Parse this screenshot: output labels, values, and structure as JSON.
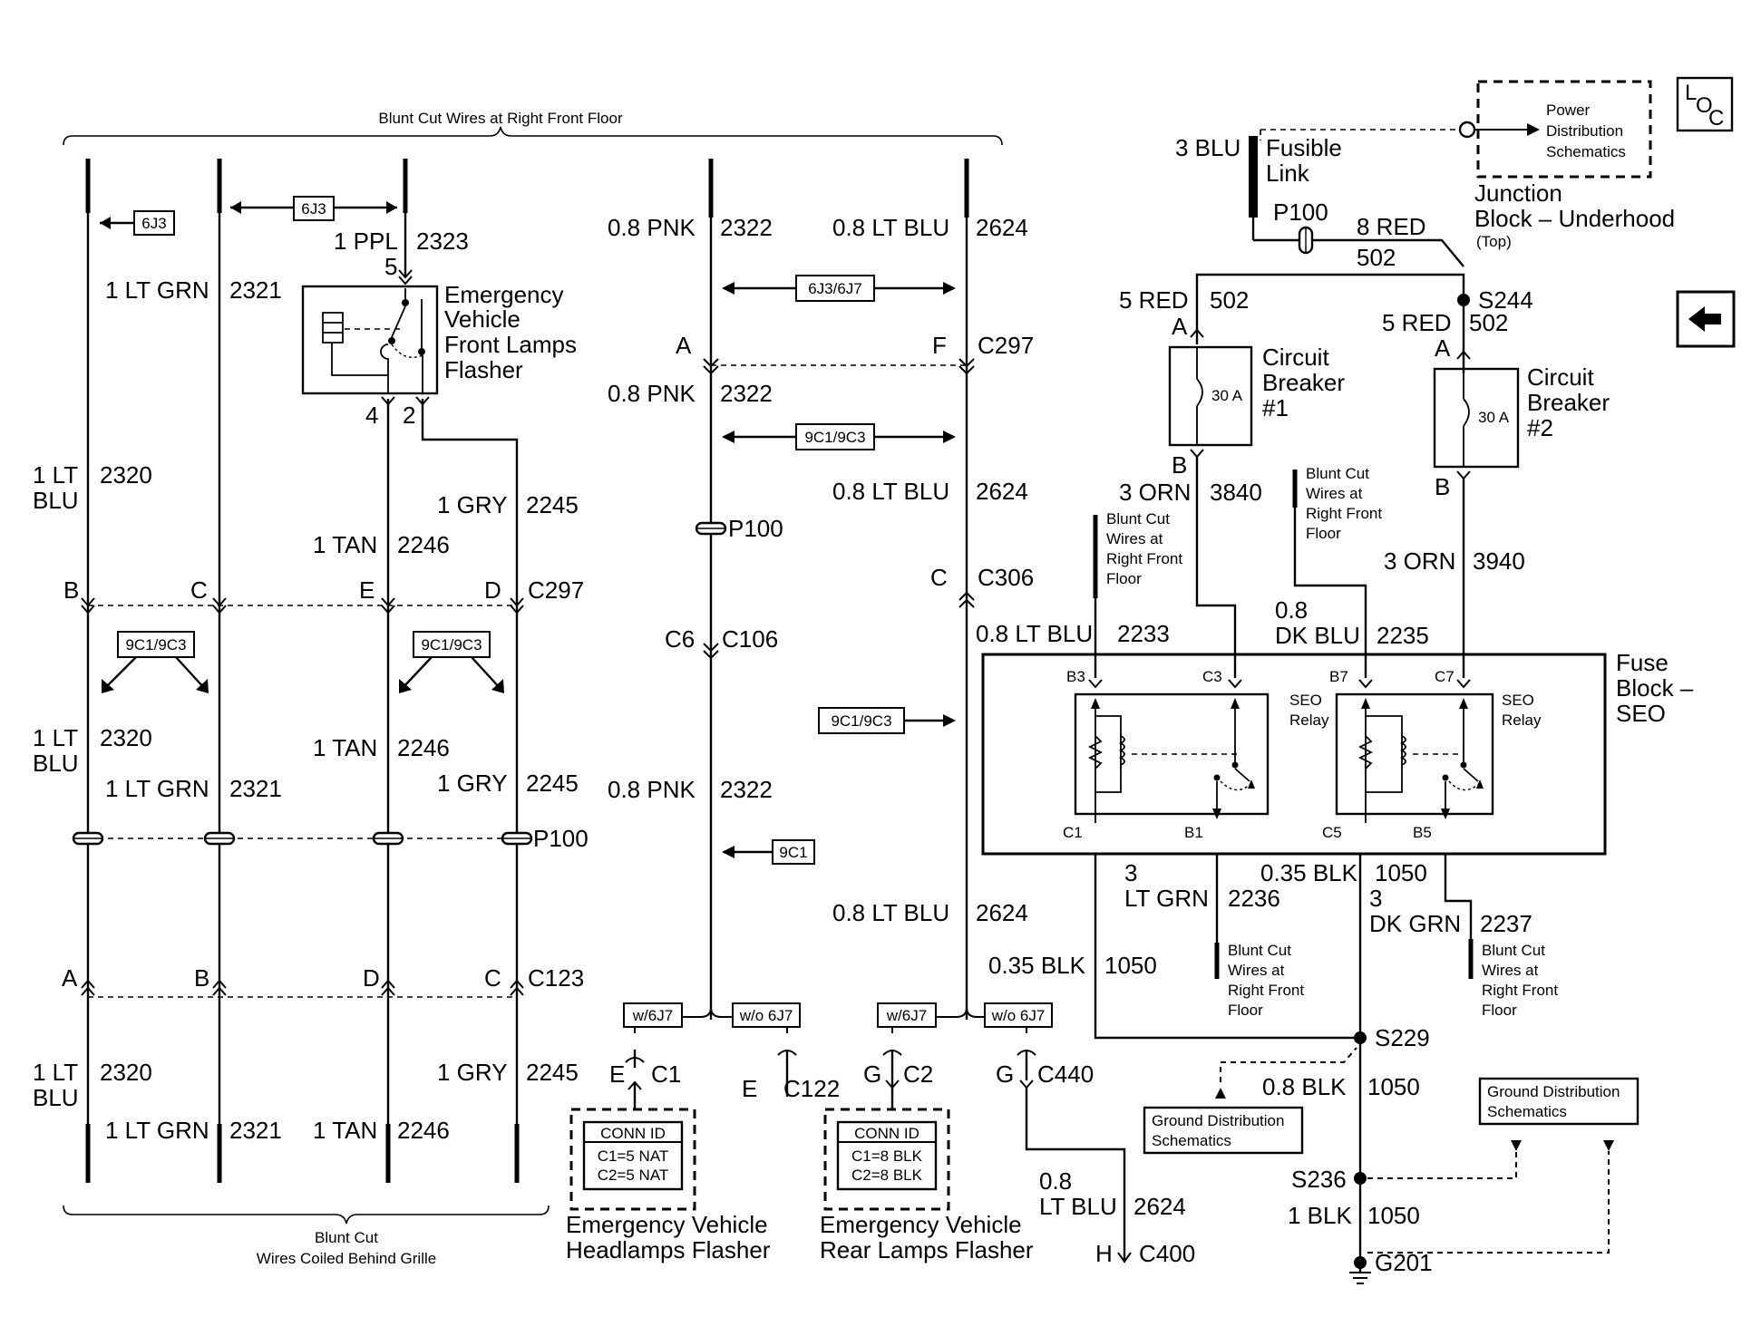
{
  "blunt_cut_top": "Blunt Cut Wires at Right Front Floor",
  "blunt_cut_bottom_1": "Blunt Cut",
  "blunt_cut_bottom_2": "Wires Coiled Behind Grille",
  "blunt_cut_right": [
    "Blunt Cut",
    "Wires at",
    "Right Front",
    "Floor"
  ],
  "nav_refs": {
    "r_6j3": "6J3",
    "r_6j3_6j7": "6J3/6J7",
    "r_9c1_9c3": "9C1/9C3",
    "r_9c1": "9C1",
    "w_6j7": "w/6J7",
    "wo_6j7": "w/o 6J7"
  },
  "wires": {
    "w2320_size": "1 LT",
    "w2320_color": "BLU",
    "w2320_num": "2320",
    "w2321_label": "1 LT GRN",
    "w2321_num": "2321",
    "w2323_label": "1 PPL",
    "w2323_num": "2323",
    "w2245_label": "1 GRY",
    "w2245_num": "2245",
    "w2246_label": "1 TAN",
    "w2246_num": "2246",
    "w2322_label": "0.8 PNK",
    "w2322_num": "2322",
    "w2624_label": "0.8 LT BLU",
    "w2624_num": "2624",
    "w2624_size": "0.8",
    "w2624_color": "LT BLU",
    "w2233_label": "0.8 LT BLU",
    "w2233_num": "2233",
    "w2235_size": "0.8",
    "w2235_color": "DK BLU",
    "w2235_num": "2235",
    "w3840_label": "3 ORN",
    "w3840_num": "3840",
    "w3940_label": "3 ORN",
    "w3940_num": "3940",
    "w502a_label": "8 RED",
    "w502_num": "502",
    "w502b_label": "5 RED",
    "w502c_label": "5 RED",
    "w3blu_label": "3 BLU",
    "w2236_size": "3",
    "w2236_color": "LT GRN",
    "w2236_num": "2236",
    "w2237_size": "3",
    "w2237_color": "DK GRN",
    "w2237_num": "2237",
    "w1050a_label": "0.35 BLK",
    "w1050_num": "1050",
    "w1050c_label": "0.8 BLK",
    "w1050d_label": "1 BLK"
  },
  "pins": {
    "p5": "5",
    "p4": "4",
    "p2": "2",
    "A": "A",
    "B": "B",
    "C": "C",
    "D": "D",
    "E": "E",
    "F": "F",
    "G": "G",
    "H": "H",
    "C6": "C6",
    "B3": "B3",
    "C3": "C3",
    "B7": "B7",
    "C7": "C7",
    "C1p": "C1",
    "B1p": "B1",
    "C5p": "C5",
    "B5p": "B5"
  },
  "connectors": {
    "c297": "C297",
    "c123": "C123",
    "p100": "P100",
    "c106": "C106",
    "c306": "C306",
    "c1": "C1",
    "c122": "C122",
    "c2": "C2",
    "c440": "C440",
    "c400": "C400"
  },
  "splices": {
    "s244": "S244",
    "s229": "S229",
    "s236": "S236",
    "g201": "G201"
  },
  "components": {
    "flasher_front": [
      "Emergency",
      "Vehicle",
      "Front Lamps",
      "Flasher"
    ],
    "headlamps_flasher": [
      "Emergency Vehicle",
      "Headlamps Flasher"
    ],
    "rear_flasher": [
      "Emergency Vehicle",
      "Rear Lamps Flasher"
    ],
    "cb1": [
      "Circuit",
      "Breaker",
      "#1"
    ],
    "cb2": [
      "Circuit",
      "Breaker",
      "#2"
    ],
    "cb_rating": "30 A",
    "fusible_link": [
      "Fusible",
      "Link"
    ],
    "fuse_block": [
      "Fuse",
      "Block –",
      "SEO"
    ],
    "seo_relay": [
      "SEO",
      "Relay"
    ],
    "junction_block": [
      "Junction",
      "Block – Underhood"
    ],
    "junction_top": "(Top)",
    "power_dist": [
      "Power",
      "Distribution",
      "Schematics"
    ],
    "ground_dist": [
      "Ground Distribution",
      "Schematics"
    ]
  },
  "conn_id_1": {
    "title": "CONN ID",
    "line1": "C1=5 NAT",
    "line2": "C2=5 NAT"
  },
  "conn_id_2": {
    "title": "CONN ID",
    "line1": "C1=8 BLK",
    "line2": "C2=8 BLK"
  },
  "loc_icon": {
    "l": "L",
    "o": "O",
    "c": "C"
  },
  "icons": {
    "loc": "loc-icon",
    "back": "back-arrow-icon"
  }
}
